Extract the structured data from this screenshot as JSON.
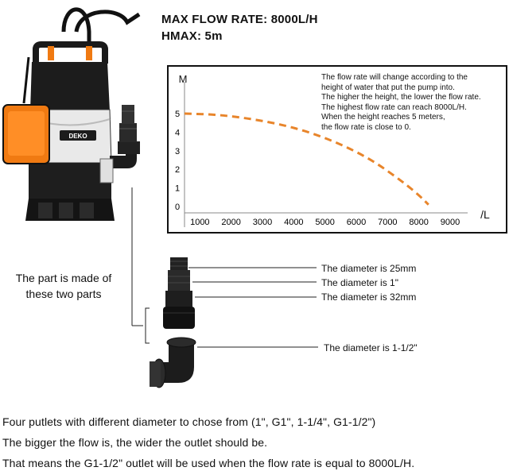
{
  "specs": {
    "max_flow": "MAX FLOW RATE: 8000L/H",
    "hmax": "HMAX: 5m"
  },
  "pump": {
    "brand": "DEKO"
  },
  "chart_data": {
    "type": "line",
    "x_unit_label": "/L",
    "y_unit_label": "M",
    "x_ticks": [
      1000,
      2000,
      3000,
      4000,
      5000,
      6000,
      7000,
      8000,
      9000
    ],
    "y_ticks": [
      0,
      1,
      2,
      3,
      4,
      5
    ],
    "xlim": [
      0,
      9000
    ],
    "ylim": [
      0,
      5
    ],
    "series": [
      {
        "style": "dashed",
        "color": "#E8852B",
        "x": [
          0,
          1000,
          2000,
          3000,
          4000,
          5000,
          6000,
          7000,
          7500,
          7800
        ],
        "y": [
          5.0,
          4.95,
          4.75,
          4.45,
          4.0,
          3.35,
          2.5,
          1.3,
          0.6,
          0.1
        ]
      }
    ],
    "annotation": [
      "The flow rate will change according to the",
      "height of water that put the pump into.",
      "The higher the height, the lower the flow rate.",
      "The highest flow rate can reach 8000L/H.",
      "When the height reaches 5 meters,",
      "the flow rate is close to 0."
    ]
  },
  "parts": {
    "made_of": [
      "The part is made of",
      "these two parts"
    ],
    "diameters": [
      "The diameter is 25mm",
      "The diameter is 1\"",
      "The diameter is 32mm",
      "The diameter is 1-1/2\""
    ]
  },
  "footer": [
    "Four putlets with different diameter to chose from (1\", G1\", 1-1/4\", G1-1/2\")",
    "The bigger the flow is, the wider the outlet should be.",
    "That means the G1-1/2\" outlet will be used when the flow rate is equal to 8000L/H."
  ],
  "colors": {
    "accent": "#F07A12",
    "body_dark": "#1c1c1c",
    "body_light": "#e9e9e9"
  }
}
